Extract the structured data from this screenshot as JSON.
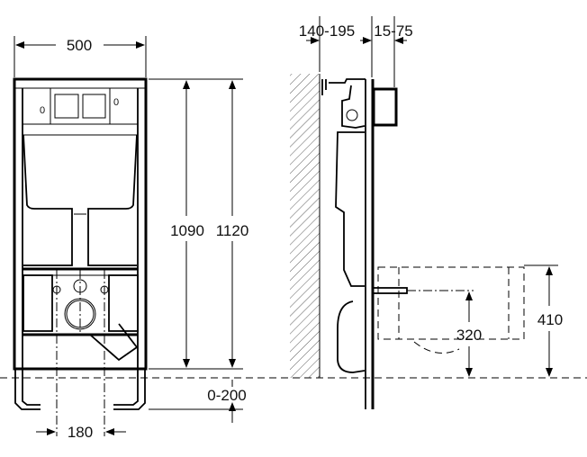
{
  "front_view": {
    "width_label": "500",
    "height_frame_label": "1090",
    "height_total_label": "1120",
    "leg_adjust_label": "0-200",
    "drain_spacing_label": "180",
    "panel_mark_left": "0",
    "panel_mark_right": "0"
  },
  "side_view": {
    "wall_distance_label": "140-195",
    "plate_depth_label": "15-75",
    "bowl_height_label": "410",
    "drain_height_label": "320"
  }
}
